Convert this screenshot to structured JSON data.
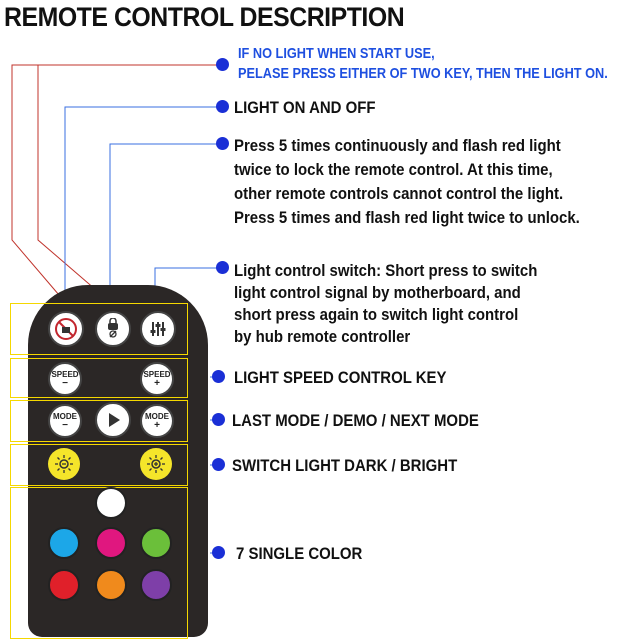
{
  "title": "REMOTE CONTROL DESCRIPTION",
  "notes": {
    "no_light_line1": "IF NO LIGHT WHEN START USE,",
    "no_light_line2": "PELASE PRESS EITHER OF TWO KEY,  THEN THE LIGHT ON."
  },
  "labels": {
    "on_off": "LIGHT ON AND OFF",
    "lock_lines": [
      "Press 5 times continuously and flash  red light",
      "twice to lock the remote control.  At this time,",
      "other remote controls cannot  control the light.",
      "Press 5 times and flash red light twice to unlock."
    ],
    "switch_lines": [
      "Light control switch: Short press to  switch",
      "light control signal by motherboard,  and",
      "short press again to switch light control",
      "by hub remote controller"
    ],
    "speed": "LIGHT SPEED CONTROL KEY",
    "mode": "LAST MODE / DEMO / NEXT MODE",
    "brightness": "SWITCH LIGHT DARK / BRIGHT",
    "colors": "7 SINGLE COLOR"
  },
  "remote": {
    "speed_minus": "SPEED",
    "speed_plus": "SPEED",
    "mode_minus": "MODE",
    "mode_plus": "MODE",
    "minus_sign": "−",
    "plus_sign": "+",
    "color_buttons": [
      "#ffffff",
      "#1ca7e8",
      "#e0177f",
      "#6bbf3a",
      "#e0202a",
      "#f08a1c",
      "#7e3fa8"
    ],
    "accent": "#f5d800",
    "dot_color": "#1a2fd6"
  }
}
